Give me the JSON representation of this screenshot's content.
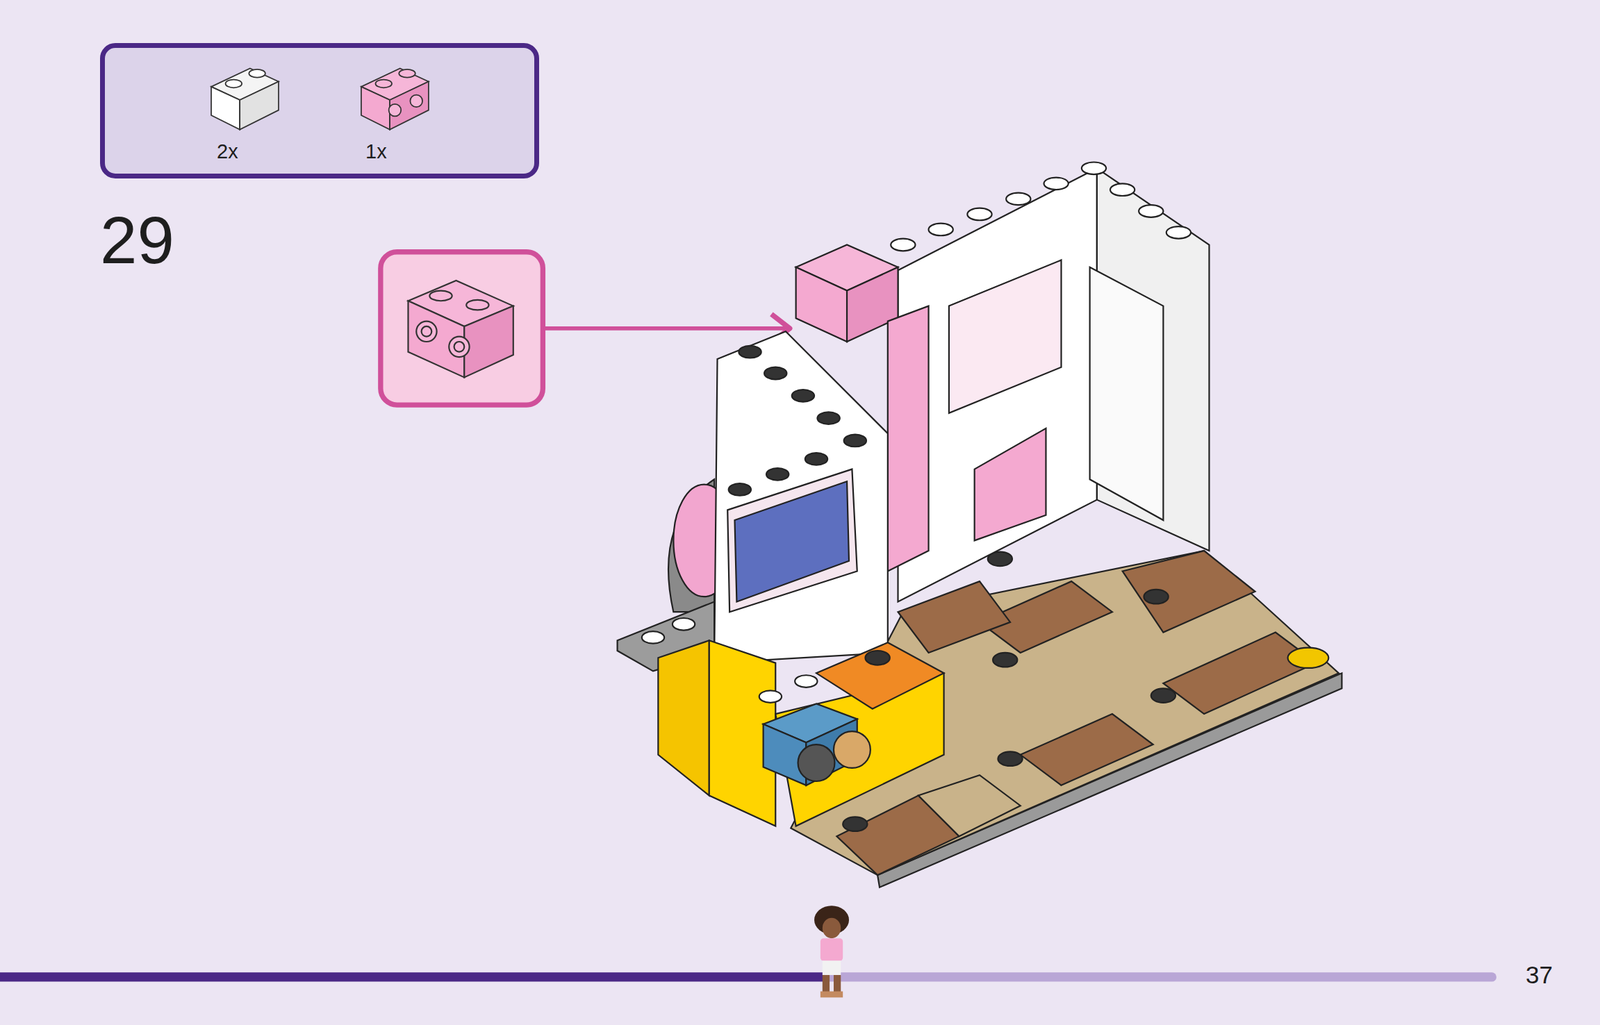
{
  "diagram": {
    "nodes": [
      {
        "text": [
          "2x",
          "1x"
        ]
      }
    ],
    "labels": [
      "29",
      "37"
    ]
  }
}
